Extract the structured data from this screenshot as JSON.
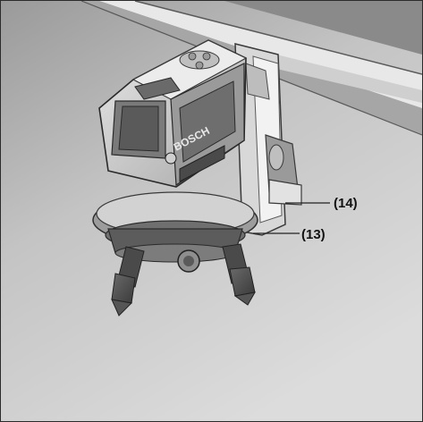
{
  "figure": {
    "brand_text": "BOSCH",
    "callouts": [
      {
        "id": "14",
        "label": "(14)"
      },
      {
        "id": "13",
        "label": "(13)"
      }
    ]
  }
}
